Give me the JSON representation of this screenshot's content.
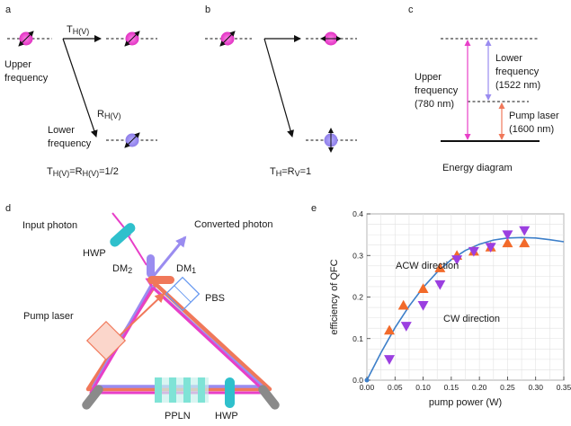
{
  "panel_a": {
    "letter": "a",
    "transmission_label": "T",
    "transmission_sub": "H(V)",
    "reflection_label": "R",
    "reflection_sub": "H(V)",
    "upper_label": [
      "Upper",
      "frequency"
    ],
    "lower_label": [
      "Lower",
      "frequency"
    ],
    "eq_T": "T",
    "eq_T_sub": "H(V)",
    "eq_R": "=R",
    "eq_R_sub": "H(V)",
    "eq_rest": "=1/2"
  },
  "panel_b": {
    "letter": "b",
    "eq_T": "T",
    "eq_T_sub": "H",
    "eq_R": "=R",
    "eq_R_sub": "V",
    "eq_rest": "=1"
  },
  "panel_c": {
    "letter": "c",
    "upper": [
      "Upper",
      "frequency",
      "(780 nm)"
    ],
    "lower": [
      "Lower",
      "frequency",
      "(1522 nm)"
    ],
    "pump": [
      "Pump laser",
      "(1600 nm)"
    ],
    "caption": "Energy diagram"
  },
  "panel_d": {
    "letter": "d",
    "input_photon": "Input photon",
    "converted_photon": "Converted photon",
    "hwp_top": "HWP",
    "dm2": "DM",
    "dm2_sub": "2",
    "dm1": "DM",
    "dm1_sub": "1",
    "pbs": "PBS",
    "pump_laser": "Pump laser",
    "ppln": "PPLN",
    "hwp_bottom": "HWP"
  },
  "panel_e": {
    "letter": "e",
    "acw_label": "ACW direction",
    "cw_label": "CW direction"
  },
  "colors": {
    "upper": "#e83fc8",
    "lower": "#9a8cf0",
    "pump": "#f0785a",
    "acw": "#f26a2a",
    "cw": "#9b3fe0",
    "fit": "#3d7fc9",
    "hwp": "#2fc0cc",
    "mirror": "#8a8a8a"
  },
  "chart_data": {
    "type": "scatter",
    "xlabel": "pump power (W)",
    "ylabel": "efficiency of QFC",
    "xlim": [
      0,
      0.35
    ],
    "ylim": [
      0,
      0.4
    ],
    "xticks": [
      "0.00",
      "0.05",
      "0.10",
      "0.15",
      "0.20",
      "0.25",
      "0.30",
      "0.35"
    ],
    "yticks": [
      "0.0",
      "0.1",
      "0.2",
      "0.3",
      "0.4"
    ],
    "grid": true,
    "series": [
      {
        "name": "ACW direction",
        "marker": "triangle-up",
        "x": [
          0.04,
          0.065,
          0.1,
          0.13,
          0.16,
          0.19,
          0.22,
          0.25,
          0.28
        ],
        "y": [
          0.12,
          0.18,
          0.22,
          0.27,
          0.3,
          0.31,
          0.32,
          0.33,
          0.33
        ]
      },
      {
        "name": "CW direction",
        "marker": "triangle-down",
        "x": [
          0.04,
          0.07,
          0.1,
          0.13,
          0.16,
          0.19,
          0.22,
          0.25,
          0.28
        ],
        "y": [
          0.05,
          0.13,
          0.18,
          0.23,
          0.29,
          0.31,
          0.32,
          0.35,
          0.36
        ]
      },
      {
        "name": "",
        "marker": "line",
        "x": [
          0,
          0.025,
          0.05,
          0.075,
          0.1,
          0.125,
          0.15,
          0.175,
          0.2,
          0.225,
          0.25,
          0.275,
          0.3,
          0.325,
          0.35
        ],
        "y": [
          0,
          0.066,
          0.126,
          0.178,
          0.223,
          0.26,
          0.29,
          0.312,
          0.327,
          0.337,
          0.342,
          0.343,
          0.342,
          0.338,
          0.333
        ]
      }
    ]
  }
}
